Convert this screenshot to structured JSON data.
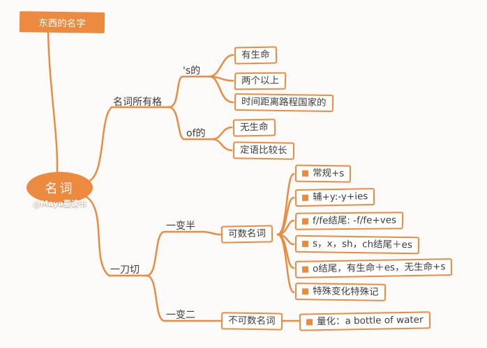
{
  "accent": "#EC8B3F",
  "title_box": {
    "label": "东西的名字"
  },
  "root": {
    "label": "名词",
    "watermark": "@Maya要读书"
  },
  "possessive": {
    "label": "名词所有格",
    "s_branch": {
      "label": "'s的",
      "items": [
        "有生命",
        "两个以上",
        "时间距离路程国家的"
      ]
    },
    "of_branch": {
      "label": "of的",
      "items": [
        "无生命",
        "定语比较长"
      ]
    }
  },
  "one_cut": {
    "label": "一刀切",
    "half_change": {
      "label": "一变半",
      "category": "可数名词",
      "items": [
        "常规+s",
        "辅+y:-y+ies",
        "f/fe结尾: -f/fe+ves",
        "s，x，sh，ch结尾＋es",
        "o结尾，有生命＋es，无生命+s",
        "特殊变化特殊记"
      ]
    },
    "two_change": {
      "label": "一变二",
      "category": "不可数名词",
      "items": [
        "量化：a bottle of water"
      ]
    }
  }
}
